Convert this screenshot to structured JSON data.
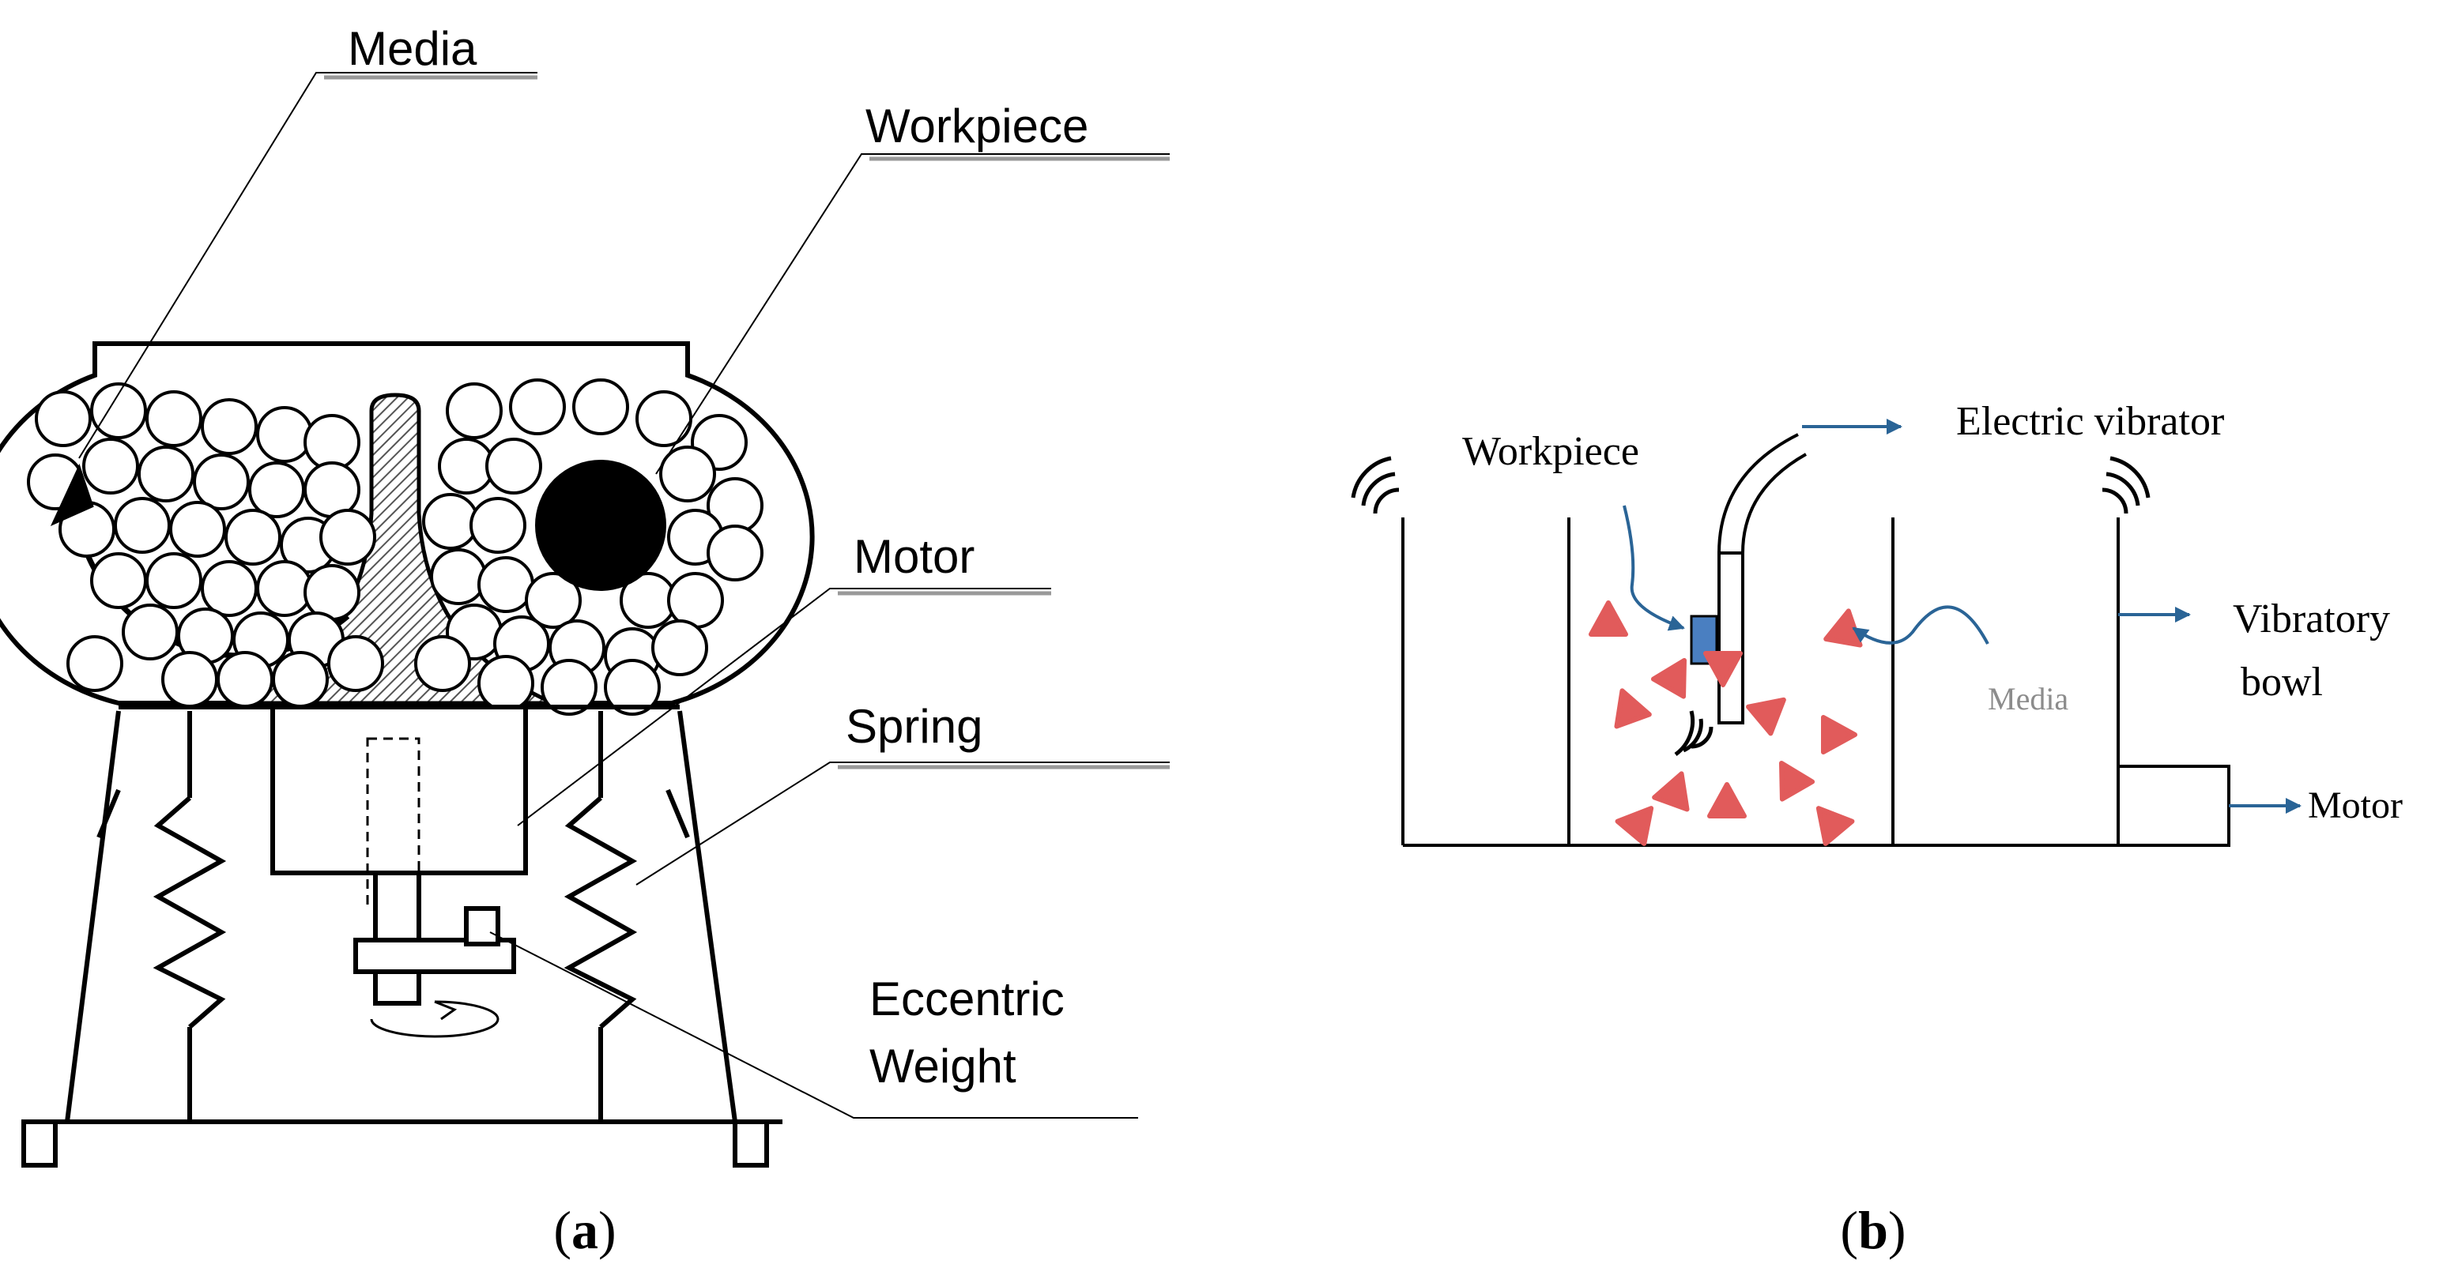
{
  "panel_a": {
    "labels": {
      "media": "Media",
      "workpiece": "Workpiece",
      "motor": "Motor",
      "spring": "Spring",
      "eccentric_line1": "Eccentric",
      "eccentric_line2": "Weight"
    },
    "caption_letter": "a"
  },
  "panel_b": {
    "labels": {
      "workpiece": "Workpiece",
      "electric_vibrator": "Electric vibrator",
      "vibratory_line1": "Vibratory",
      "vibratory_line2": "bowl",
      "media": "Media",
      "motor": "Motor"
    },
    "caption_letter": "b"
  },
  "colors": {
    "line": "#000000",
    "arrow_blue": "#2a6496",
    "media_red": "#e15b5b",
    "workpiece_blue": "#4a7fc1",
    "label_grey": "#8c8c8c"
  },
  "caption_parens": {
    "open": "(",
    "close": ")"
  }
}
